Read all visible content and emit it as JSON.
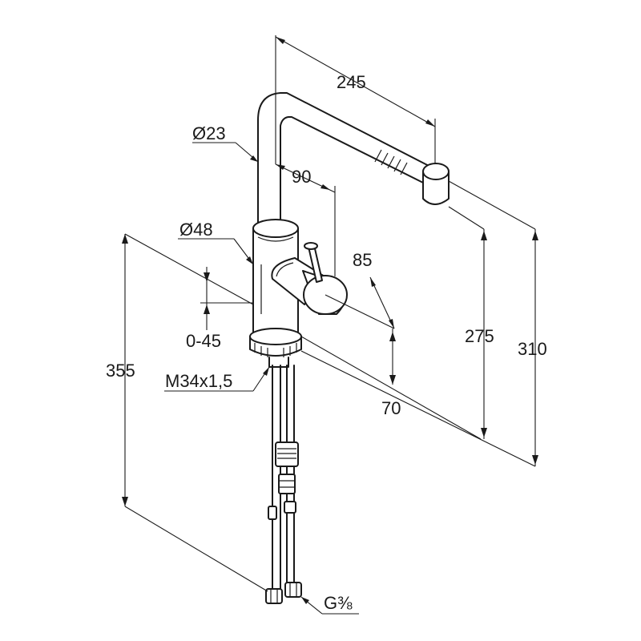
{
  "dimensions": {
    "spout_reach": "245",
    "spout_diameter": "Ø23",
    "swivel_angle": "90",
    "body_diameter": "Ø48",
    "lever_offset": "85",
    "height_adjust": "0-45",
    "total_length": "355",
    "thread": "M34x1,5",
    "base_height": "70",
    "outlet_height": "275",
    "overall_height": "310",
    "connection": "G⅜"
  },
  "colors": {
    "line": "#1a1a1a",
    "background": "#ffffff"
  }
}
